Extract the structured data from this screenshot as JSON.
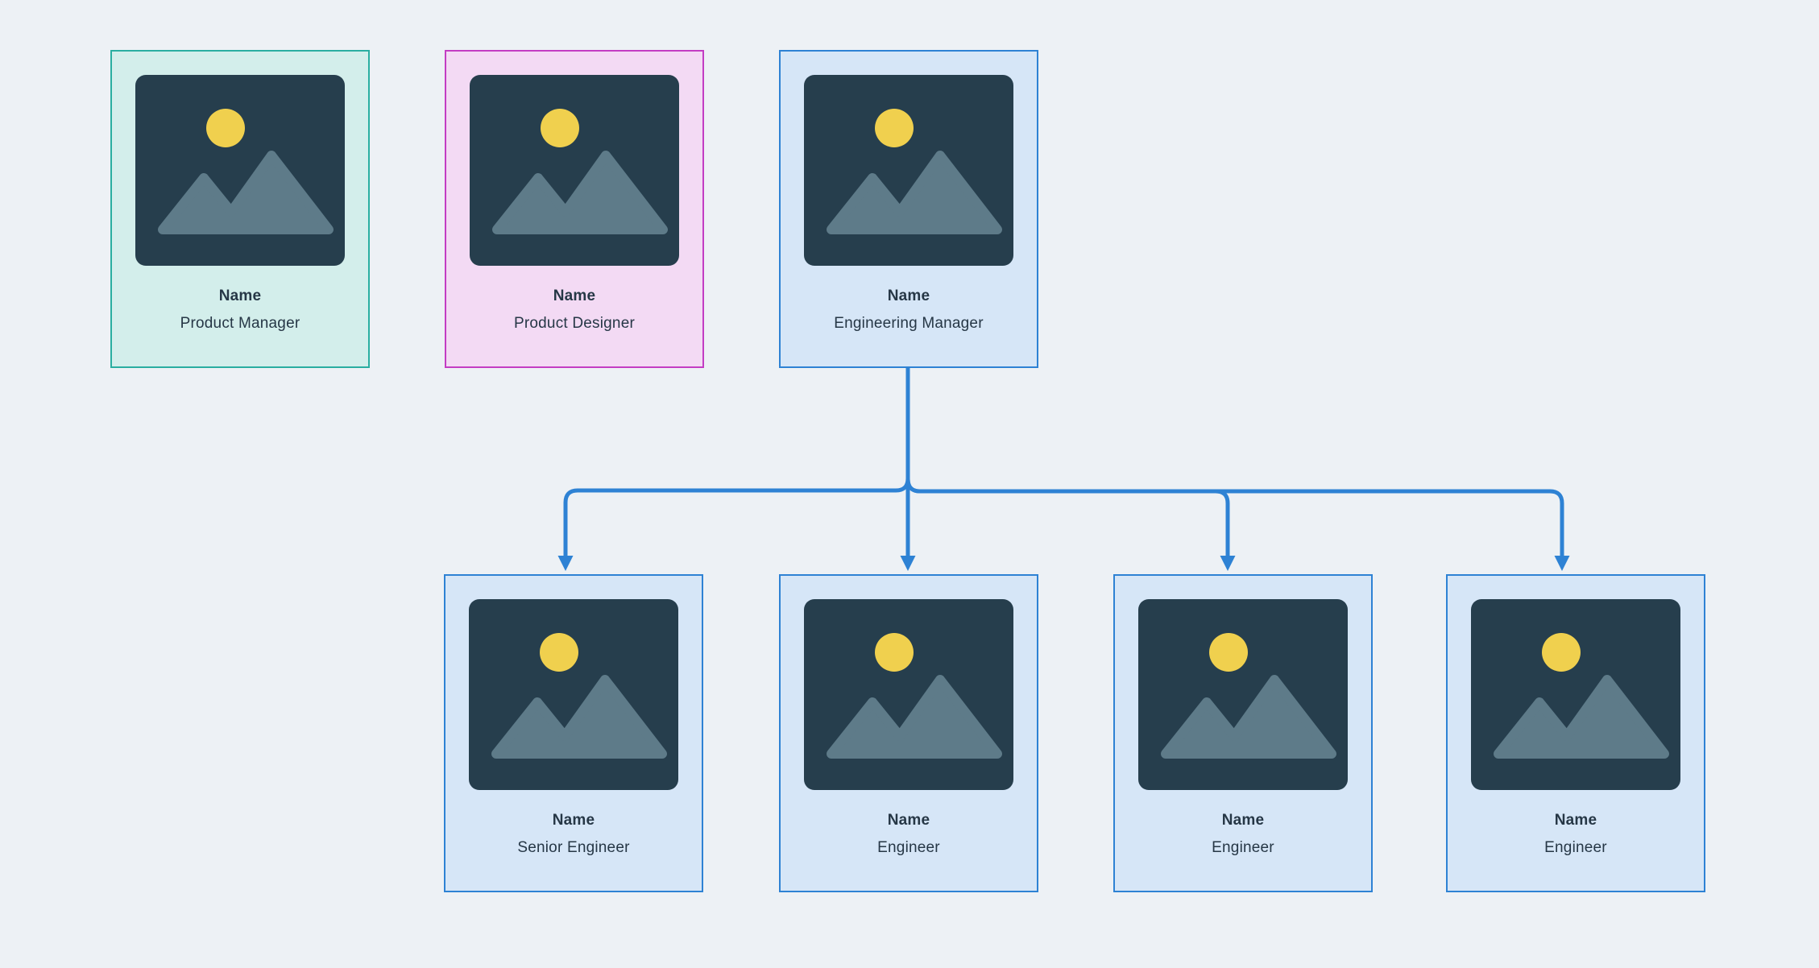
{
  "canvas": {
    "background": "#edf1f5"
  },
  "colors": {
    "connector": "#2e82d4",
    "teal_border": "#2aaea1",
    "teal_bg": "#d3eeeb",
    "magenta_border": "#c33dc3",
    "magenta_bg": "#f3daf4",
    "blue_border": "#2e82d4",
    "blue_bg": "#d6e6f7",
    "image_placeholder_bg": "#263e4d",
    "mountain": "#5e7b89",
    "sun": "#f0d04e",
    "text": "#263746"
  },
  "cards": [
    {
      "name": "Name",
      "role": "Product Manager",
      "theme": "teal"
    },
    {
      "name": "Name",
      "role": "Product Designer",
      "theme": "magenta"
    },
    {
      "name": "Name",
      "role": "Engineering Manager",
      "theme": "blue"
    },
    {
      "name": "Name",
      "role": "Senior Engineer",
      "theme": "blue"
    },
    {
      "name": "Name",
      "role": "Engineer",
      "theme": "blue"
    },
    {
      "name": "Name",
      "role": "Engineer",
      "theme": "blue"
    },
    {
      "name": "Name",
      "role": "Engineer",
      "theme": "blue"
    }
  ],
  "diagram": {
    "type": "org-chart",
    "edges": [
      {
        "from": "Engineering Manager",
        "to": "Senior Engineer"
      },
      {
        "from": "Engineering Manager",
        "to": "Engineer (1)"
      },
      {
        "from": "Engineering Manager",
        "to": "Engineer (2)"
      },
      {
        "from": "Engineering Manager",
        "to": "Engineer (3)"
      }
    ]
  }
}
